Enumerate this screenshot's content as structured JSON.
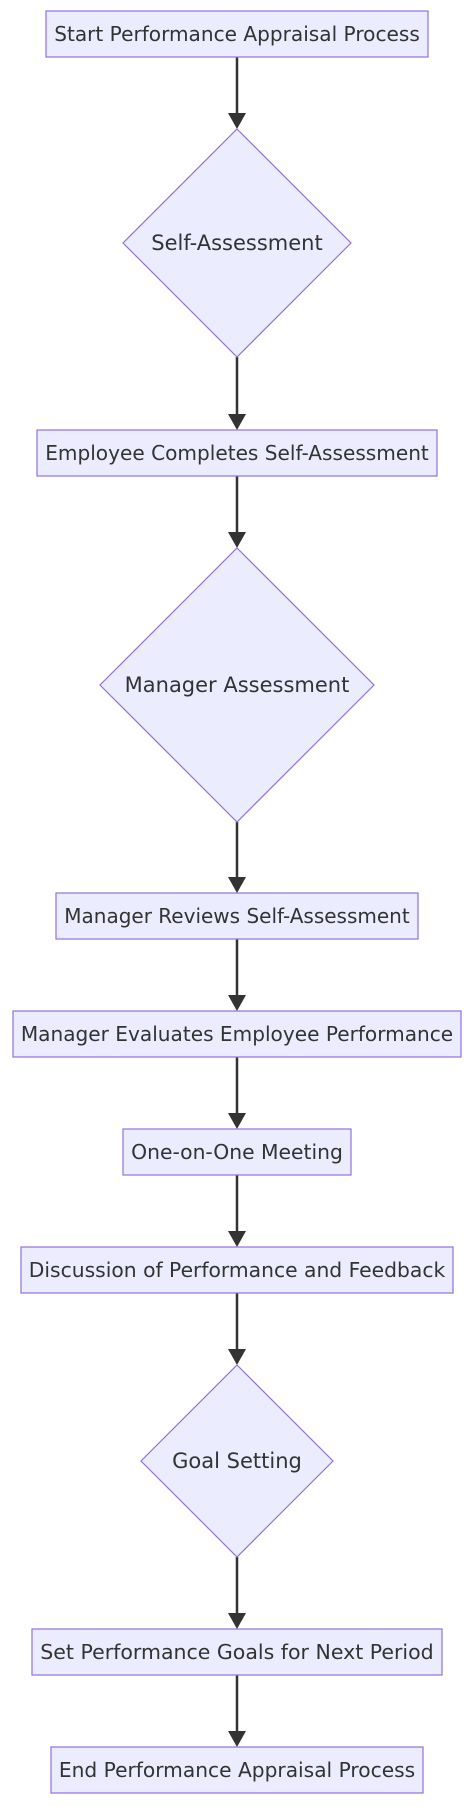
{
  "diagram": {
    "type": "flowchart",
    "nodes": [
      {
        "id": "start",
        "shape": "rect",
        "label": "Start Performance Appraisal Process"
      },
      {
        "id": "self_assessment",
        "shape": "diamond",
        "label": "Self-Assessment"
      },
      {
        "id": "employee_completes",
        "shape": "rect",
        "label": "Employee Completes Self-Assessment"
      },
      {
        "id": "manager_assessment",
        "shape": "diamond",
        "label": "Manager Assessment"
      },
      {
        "id": "manager_reviews",
        "shape": "rect",
        "label": "Manager Reviews Self-Assessment"
      },
      {
        "id": "manager_evaluates",
        "shape": "rect",
        "label": "Manager Evaluates Employee Performance"
      },
      {
        "id": "one_on_one",
        "shape": "rect",
        "label": "One-on-One Meeting"
      },
      {
        "id": "discussion",
        "shape": "rect",
        "label": "Discussion of Performance and Feedback"
      },
      {
        "id": "goal_setting",
        "shape": "diamond",
        "label": "Goal Setting"
      },
      {
        "id": "set_goals",
        "shape": "rect",
        "label": "Set Performance Goals for Next Period"
      },
      {
        "id": "end",
        "shape": "rect",
        "label": "End Performance Appraisal Process"
      }
    ],
    "edges": [
      {
        "from": "start",
        "to": "self_assessment"
      },
      {
        "from": "self_assessment",
        "to": "employee_completes"
      },
      {
        "from": "employee_completes",
        "to": "manager_assessment"
      },
      {
        "from": "manager_assessment",
        "to": "manager_reviews"
      },
      {
        "from": "manager_reviews",
        "to": "manager_evaluates"
      },
      {
        "from": "manager_evaluates",
        "to": "one_on_one"
      },
      {
        "from": "one_on_one",
        "to": "discussion"
      },
      {
        "from": "discussion",
        "to": "goal_setting"
      },
      {
        "from": "goal_setting",
        "to": "set_goals"
      },
      {
        "from": "set_goals",
        "to": "end"
      }
    ],
    "colors": {
      "node_fill": "#ECECFF",
      "node_stroke": "#9370DB",
      "edge": "#333333",
      "text": "#333333"
    }
  }
}
